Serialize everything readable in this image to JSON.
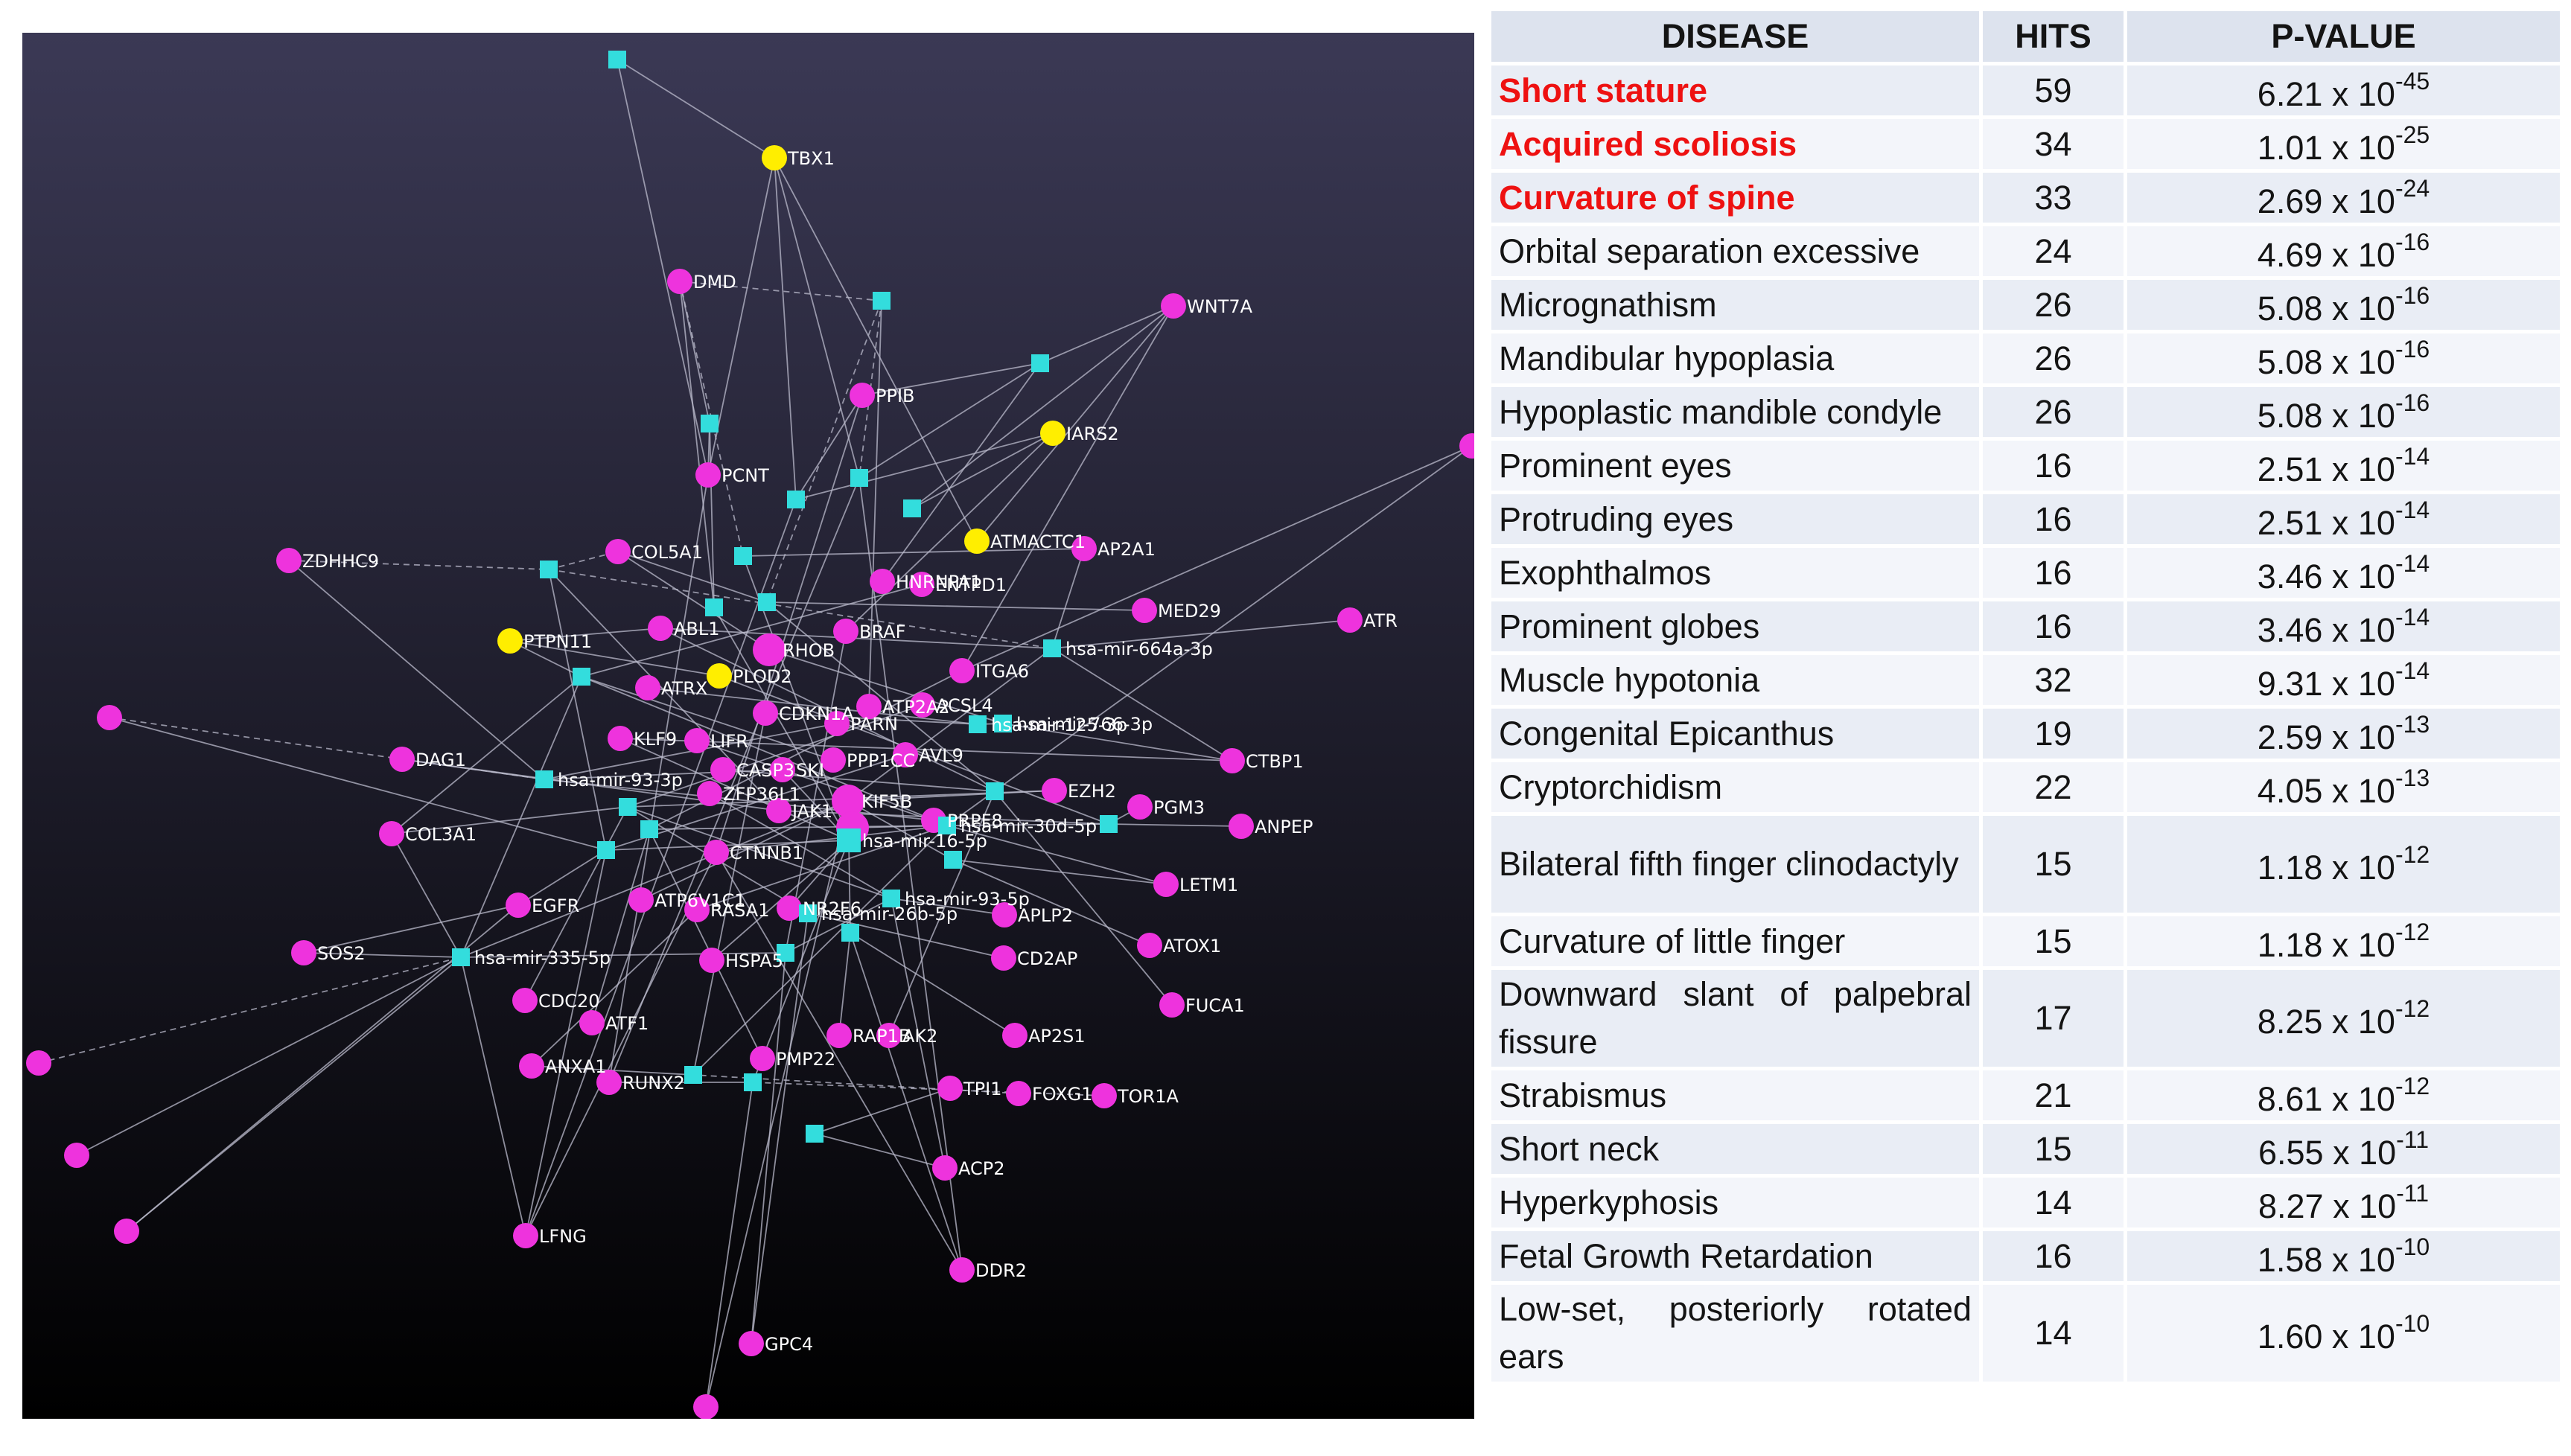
{
  "network": {
    "colors": {
      "gene": "#ee33dd",
      "core_gene": "#ffee00",
      "mirna": "#33dddd",
      "edge": "#bbbbcc",
      "label": "#ffffff",
      "bg_top": "#3b3955",
      "bg_bottom": "#000000"
    },
    "nodes": [
      {
        "id": "TBX1",
        "type": "core_gene",
        "label": "TBX1"
      },
      {
        "id": "DMD",
        "type": "gene",
        "label": "DMD"
      },
      {
        "id": "WNT7A",
        "type": "gene",
        "label": "WNT7A"
      },
      {
        "id": "PPIB",
        "type": "gene",
        "label": "PPIB"
      },
      {
        "id": "IARS2",
        "type": "core_gene",
        "label": "IARS2"
      },
      {
        "id": "PCNT",
        "type": "gene",
        "label": "PCNT"
      },
      {
        "id": "ZDHHC9",
        "type": "gene",
        "label": "ZDHHC9"
      },
      {
        "id": "COL5A1",
        "type": "gene",
        "label": "COL5A1"
      },
      {
        "id": "ACTC1",
        "type": "core_gene",
        "label": "ATMACTC1"
      },
      {
        "id": "AP2A1",
        "type": "gene",
        "label": "AP2A1"
      },
      {
        "id": "HNRNPA",
        "type": "gene",
        "label": "HNRNPA1"
      },
      {
        "id": "ENTPD1",
        "type": "gene",
        "label": "ENTPD1"
      },
      {
        "id": "MED29",
        "type": "gene",
        "label": "MED29"
      },
      {
        "id": "ATR",
        "type": "gene",
        "label": "ATR"
      },
      {
        "id": "PTPN11",
        "type": "core_gene",
        "label": "PTPN11"
      },
      {
        "id": "ABL1",
        "type": "gene",
        "label": "ABL1"
      },
      {
        "id": "RHOB",
        "type": "gene",
        "label": "RHOB"
      },
      {
        "id": "BRAF",
        "type": "gene",
        "label": "BRAF"
      },
      {
        "id": "PLOD2",
        "type": "core_gene",
        "label": "PLOD2"
      },
      {
        "id": "ITGA6",
        "type": "gene",
        "label": "ITGA6"
      },
      {
        "id": "ATRX",
        "type": "gene",
        "label": "ATRX"
      },
      {
        "id": "CDKN1A",
        "type": "gene",
        "label": "CDKN1A"
      },
      {
        "id": "ATP2A",
        "type": "gene",
        "label": "ATP2A2"
      },
      {
        "id": "ACSL4",
        "type": "gene",
        "label": "ACSL4"
      },
      {
        "id": "PARN",
        "type": "gene",
        "label": "PARN"
      },
      {
        "id": "KLF9",
        "type": "gene",
        "label": "KLF9"
      },
      {
        "id": "LIFR",
        "type": "gene",
        "label": "LIFR"
      },
      {
        "id": "DAG1",
        "type": "gene",
        "label": "DAG1"
      },
      {
        "id": "CASP3",
        "type": "gene",
        "label": "CASP3"
      },
      {
        "id": "SKI",
        "type": "gene",
        "label": "SKI"
      },
      {
        "id": "PPP1CC",
        "type": "gene",
        "label": "PPP1CC"
      },
      {
        "id": "AVL9",
        "type": "gene",
        "label": "AVL9"
      },
      {
        "id": "CTBP1",
        "type": "gene",
        "label": "CTBP1"
      },
      {
        "id": "ZFP36L1",
        "type": "gene",
        "label": "ZFP36L1"
      },
      {
        "id": "KIF5B",
        "type": "gene",
        "label": "KIF5B"
      },
      {
        "id": "JAK1",
        "type": "gene",
        "label": "JAK1"
      },
      {
        "id": "EZH2",
        "type": "gene",
        "label": "EZH2"
      },
      {
        "id": "PGM3",
        "type": "gene",
        "label": "PGM3"
      },
      {
        "id": "ANPEP",
        "type": "gene",
        "label": "ANPEP"
      },
      {
        "id": "COL3A1",
        "type": "gene",
        "label": "COL3A1"
      },
      {
        "id": "CTNNB1",
        "type": "gene",
        "label": "CTNNB1"
      },
      {
        "id": "PRPF",
        "type": "gene",
        "label": "PRPF8"
      },
      {
        "id": "LETM1",
        "type": "gene",
        "label": "LETM1"
      },
      {
        "id": "EGFR",
        "type": "gene",
        "label": "EGFR"
      },
      {
        "id": "ATP6V1C1",
        "type": "gene",
        "label": "ATP6V1C1"
      },
      {
        "id": "RASA1",
        "type": "gene",
        "label": "RASA1"
      },
      {
        "id": "NR2F6",
        "type": "gene",
        "label": "NR2F6"
      },
      {
        "id": "APLP2",
        "type": "gene",
        "label": "APLP2"
      },
      {
        "id": "ATOX1",
        "type": "gene",
        "label": "ATOX1"
      },
      {
        "id": "SOS2",
        "type": "gene",
        "label": "SOS2"
      },
      {
        "id": "HSPA5",
        "type": "gene",
        "label": "HSPA5"
      },
      {
        "id": "CD2AP",
        "type": "gene",
        "label": "CD2AP"
      },
      {
        "id": "FUCA1",
        "type": "gene",
        "label": "FUCA1"
      },
      {
        "id": "CDC20",
        "type": "gene",
        "label": "CDC20"
      },
      {
        "id": "ATF1",
        "type": "gene",
        "label": "ATF1"
      },
      {
        "id": "RAP1B",
        "type": "gene",
        "label": "RAP1B"
      },
      {
        "id": "AK2",
        "type": "gene",
        "label": "AK2"
      },
      {
        "id": "AP2S1",
        "type": "gene",
        "label": "AP2S1"
      },
      {
        "id": "ANXA1",
        "type": "gene",
        "label": "ANXA1"
      },
      {
        "id": "PMP22",
        "type": "gene",
        "label": "PMP22"
      },
      {
        "id": "RUNX2",
        "type": "gene",
        "label": "RUNX2"
      },
      {
        "id": "TPI1",
        "type": "gene",
        "label": "TPI1"
      },
      {
        "id": "FOXG1",
        "type": "gene",
        "label": "FOXG1"
      },
      {
        "id": "TOR1A",
        "type": "gene",
        "label": "TOR1A"
      },
      {
        "id": "ACP2",
        "type": "gene",
        "label": "ACP2"
      },
      {
        "id": "LFNG",
        "type": "gene",
        "label": "LFNG"
      },
      {
        "id": "DDR2",
        "type": "gene",
        "label": "DDR2"
      },
      {
        "id": "GPC4",
        "type": "gene",
        "label": "GPC4"
      },
      {
        "id": "U1",
        "type": "gene",
        "label": ""
      },
      {
        "id": "U2",
        "type": "gene",
        "label": ""
      },
      {
        "id": "U3",
        "type": "gene",
        "label": ""
      },
      {
        "id": "U4",
        "type": "gene",
        "label": ""
      },
      {
        "id": "U5",
        "type": "gene",
        "label": ""
      },
      {
        "id": "U6",
        "type": "gene",
        "label": ""
      },
      {
        "id": "U7",
        "type": "gene",
        "label": ""
      },
      {
        "id": "M664",
        "type": "mirna",
        "label": "hsa-mir-664a-3p"
      },
      {
        "id": "M766",
        "type": "mirna",
        "label": "hsa-mir-766-3p"
      },
      {
        "id": "M125",
        "type": "mirna",
        "label": "hsa-mir-125-3p"
      },
      {
        "id": "M93_3p",
        "type": "mirna",
        "label": "hsa-mir-93-3p"
      },
      {
        "id": "M30D",
        "type": "mirna",
        "label": "hsa-mir-30d-5p"
      },
      {
        "id": "M16",
        "type": "mirna",
        "label": "hsa-mir-16-5p"
      },
      {
        "id": "M93_5p",
        "type": "mirna",
        "label": "hsa-mir-93-5p"
      },
      {
        "id": "M26B",
        "type": "mirna",
        "label": "hsa-mir-26b-5p"
      },
      {
        "id": "M335",
        "type": "mirna",
        "label": "hsa-mir-335-5p"
      },
      {
        "id": "Q01",
        "type": "mirna",
        "label": ""
      },
      {
        "id": "Q02",
        "type": "mirna",
        "label": ""
      },
      {
        "id": "Q03",
        "type": "mirna",
        "label": ""
      },
      {
        "id": "Q04",
        "type": "mirna",
        "label": ""
      },
      {
        "id": "Q05",
        "type": "mirna",
        "label": ""
      },
      {
        "id": "Q06",
        "type": "mirna",
        "label": ""
      },
      {
        "id": "Q07",
        "type": "mirna",
        "label": ""
      },
      {
        "id": "Q08",
        "type": "mirna",
        "label": ""
      },
      {
        "id": "Q09",
        "type": "mirna",
        "label": ""
      },
      {
        "id": "Q10",
        "type": "mirna",
        "label": ""
      },
      {
        "id": "Q11",
        "type": "mirna",
        "label": ""
      },
      {
        "id": "Q12",
        "type": "mirna",
        "label": ""
      },
      {
        "id": "Q13",
        "type": "mirna",
        "label": ""
      },
      {
        "id": "Q14",
        "type": "mirna",
        "label": ""
      },
      {
        "id": "Q15",
        "type": "mirna",
        "label": ""
      },
      {
        "id": "Q16",
        "type": "mirna",
        "label": ""
      },
      {
        "id": "Q17",
        "type": "mirna",
        "label": ""
      },
      {
        "id": "Q18",
        "type": "mirna",
        "label": ""
      },
      {
        "id": "Q19",
        "type": "mirna",
        "label": ""
      },
      {
        "id": "Q20",
        "type": "mirna",
        "label": ""
      },
      {
        "id": "Q21",
        "type": "mirna",
        "label": ""
      },
      {
        "id": "Q22",
        "type": "mirna",
        "label": ""
      },
      {
        "id": "Q23",
        "type": "mirna",
        "label": ""
      }
    ]
  },
  "table": {
    "headers": {
      "disease": "DISEASE",
      "hits": "HITS",
      "pvalue": "P-VALUE"
    },
    "highlight_color": "#ee1111",
    "rows": [
      {
        "disease": "Short stature",
        "hits": "59",
        "p_mantissa": "6.21",
        "p_exp": "-45",
        "highlight": true
      },
      {
        "disease": "Acquired scoliosis",
        "hits": "34",
        "p_mantissa": "1.01",
        "p_exp": "-25",
        "highlight": true
      },
      {
        "disease": "Curvature of spine",
        "hits": "33",
        "p_mantissa": "2.69",
        "p_exp": "-24",
        "highlight": true
      },
      {
        "disease": "Orbital separation excessive",
        "hits": "24",
        "p_mantissa": "4.69",
        "p_exp": "-16"
      },
      {
        "disease": "Micrognathism",
        "hits": "26",
        "p_mantissa": "5.08",
        "p_exp": "-16"
      },
      {
        "disease": "Mandibular hypoplasia",
        "hits": "26",
        "p_mantissa": "5.08",
        "p_exp": "-16"
      },
      {
        "disease": "Hypoplastic mandible condyle",
        "hits": "26",
        "p_mantissa": "5.08",
        "p_exp": "-16"
      },
      {
        "disease": "Prominent eyes",
        "hits": "16",
        "p_mantissa": "2.51",
        "p_exp": "-14"
      },
      {
        "disease": "Protruding eyes",
        "hits": "16",
        "p_mantissa": "2.51",
        "p_exp": "-14"
      },
      {
        "disease": "Exophthalmos",
        "hits": "16",
        "p_mantissa": "3.46",
        "p_exp": "-14"
      },
      {
        "disease": "Prominent globes",
        "hits": "16",
        "p_mantissa": "3.46",
        "p_exp": "-14"
      },
      {
        "disease": "Muscle hypotonia",
        "hits": "32",
        "p_mantissa": "9.31",
        "p_exp": "-14"
      },
      {
        "disease": "Congenital Epicanthus",
        "hits": "19",
        "p_mantissa": "2.59",
        "p_exp": "-13"
      },
      {
        "disease": "Cryptorchidism",
        "hits": "22",
        "p_mantissa": "4.05",
        "p_exp": "-13"
      },
      {
        "disease": "Bilateral fifth finger clinodactyly",
        "hits": "15",
        "p_mantissa": "1.18",
        "p_exp": "-12",
        "tall": true
      },
      {
        "disease": "Curvature of little finger",
        "hits": "15",
        "p_mantissa": "1.18",
        "p_exp": "-12"
      },
      {
        "disease": "Downward slant of palpebral fissure",
        "hits": "17",
        "p_mantissa": "8.25",
        "p_exp": "-12",
        "tall": true
      },
      {
        "disease": "Strabismus",
        "hits": "21",
        "p_mantissa": "8.61",
        "p_exp": "-12"
      },
      {
        "disease": "Short neck",
        "hits": "15",
        "p_mantissa": "6.55",
        "p_exp": "-11"
      },
      {
        "disease": "Hyperkyphosis",
        "hits": "14",
        "p_mantissa": "8.27",
        "p_exp": "-11"
      },
      {
        "disease": "Fetal Growth Retardation",
        "hits": "16",
        "p_mantissa": "1.58",
        "p_exp": "-10"
      },
      {
        "disease": "Low-set, posteriorly rotated ears",
        "hits": "14",
        "p_mantissa": "1.60",
        "p_exp": "-10",
        "tall": true
      }
    ]
  }
}
